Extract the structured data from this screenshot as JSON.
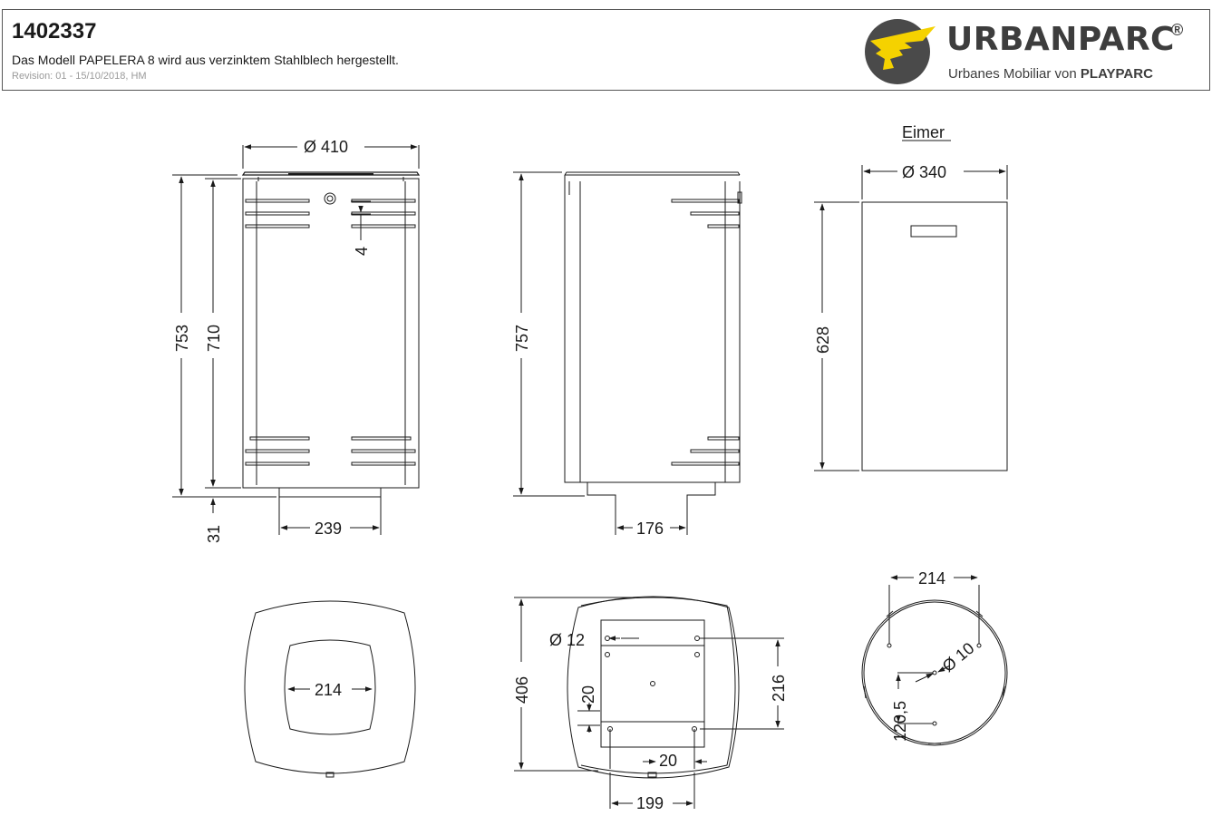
{
  "header": {
    "product_id": "1402337",
    "description": "Das Modell PAPELERA 8 wird aus verzinktem Stahlblech hergestellt.",
    "revision": "Revision: 01 - 15/10/2018, HM",
    "brand": "URBANPARC",
    "brand_mark": "®",
    "tagline_prefix": "Urbanes Mobiliar von ",
    "tagline_bold": "PLAYPARC",
    "logo_icon": "yellow-arrow-circle-icon",
    "colors": {
      "logo_circle": "#4a4a4a",
      "logo_arrow": "#f5d200",
      "text": "#3d3d3d"
    }
  },
  "views": {
    "front": {
      "dia_top": "Ø  410",
      "height_total": "753",
      "height_body": "710",
      "tick": "4",
      "foot_height": "31",
      "foot_width": "239"
    },
    "side": {
      "height": "757",
      "foot_width": "176"
    },
    "bucket": {
      "title": "Eimer",
      "diameter": "Ø  340",
      "height": "628"
    },
    "top": {
      "opening": "214"
    },
    "bottom": {
      "depth": "406",
      "hole_dia": "Ø  12",
      "span": "216",
      "offset_v": "20",
      "offset_h": "20",
      "width": "199"
    },
    "bucket_bottom": {
      "width": "214",
      "hole_dia": "Ø  10",
      "radius": "120,5"
    }
  }
}
